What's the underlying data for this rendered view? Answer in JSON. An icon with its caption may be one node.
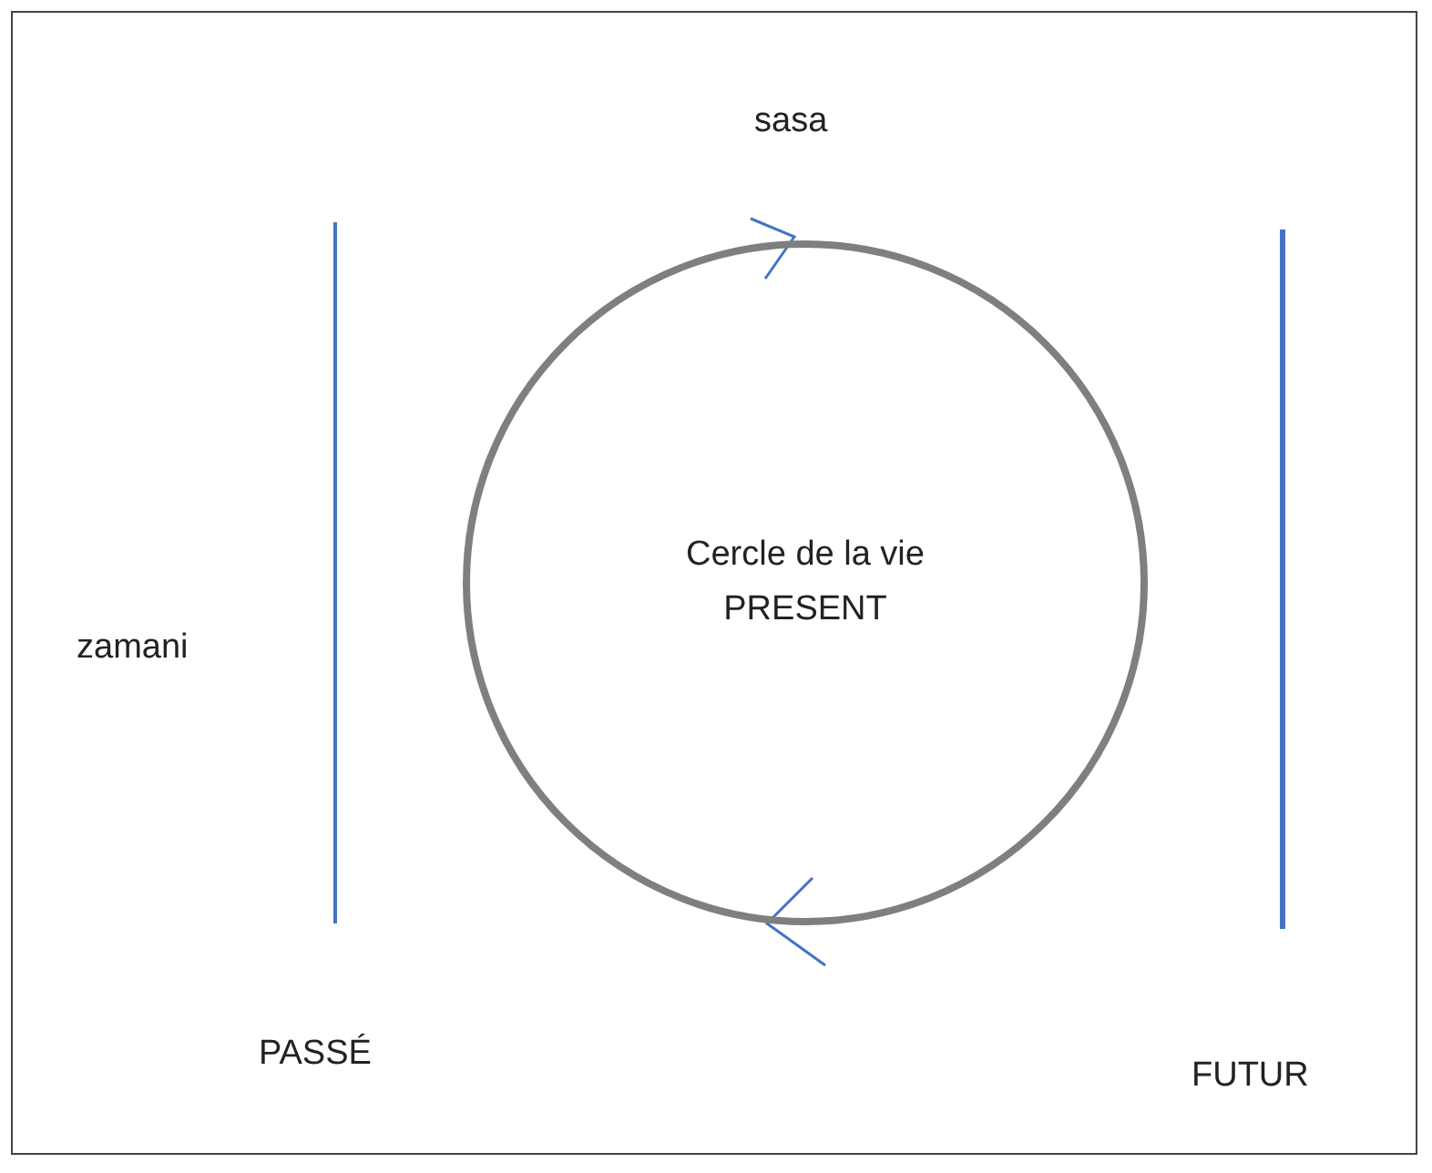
{
  "diagram": {
    "nodes": [
      {
        "text": [
          "Cercle de la vie",
          "PRESENT"
        ]
      }
    ],
    "labels": [
      "sasa",
      "zamani",
      "PASSÉ",
      "FUTUR"
    ]
  }
}
